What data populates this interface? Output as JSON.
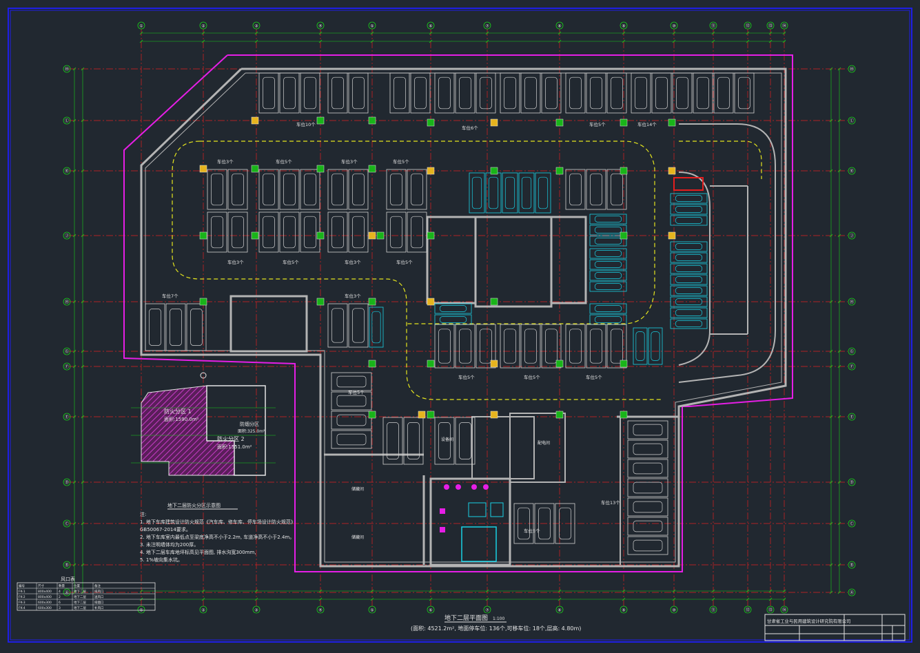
{
  "colors": {
    "background": "#212830",
    "frame": "#1e1ee6",
    "axis": "#e02020",
    "dimension": "#19d219",
    "wall": "#b4b4b4",
    "fire_boundary": "#e61ee6",
    "drive_lane": "#e6e61e",
    "parking": "#d2d2d2",
    "small_car": "#19d2e6",
    "column": "#19b419",
    "column_accent": "#e6b41e",
    "equipment": "#e61ee6",
    "text": "#e6e6e6"
  },
  "grid": {
    "columns": [
      "①",
      "②",
      "③",
      "④",
      "⑤",
      "⑥",
      "⑦",
      "⑧",
      "⑨",
      "⑩",
      "⑪",
      "⑫",
      "⑬",
      "⑭"
    ],
    "rows": [
      "Ⓜ",
      "Ⓛ",
      "Ⓚ",
      "Ⓙ",
      "Ⓗ",
      "Ⓖ",
      "Ⓕ",
      "Ⓔ",
      "Ⓓ",
      "Ⓒ",
      "Ⓑ",
      "Ⓐ"
    ]
  },
  "parking_labels": [
    "车位10个",
    "车位6个",
    "车位5个",
    "车位14个",
    "车位3个",
    "车位5个",
    "车位3个",
    "车位5个",
    "车位3个",
    "车位5个",
    "车位3个",
    "车位5个",
    "车位7个",
    "车位3个",
    "车位5个",
    "车位5个",
    "车位5个",
    "车位5个",
    "车位5个",
    "车位13个"
  ],
  "rooms": [
    "储藏间",
    "储藏间",
    "设备间",
    "配电间"
  ],
  "inset": {
    "title": "地下二层防火分区示意图",
    "zone1_name": "防火分区 1",
    "zone1_area": "面积:1590.0m²",
    "zone2_name": "防火分区 2",
    "zone2_area": "面积:1551.0m²",
    "smoke_name": "防烟分区",
    "smoke_area": "面积:325.0m²"
  },
  "notes": [
    "注:",
    "1. 地下车库建筑设计防火规范《汽车库、修车库、停车场设计防火规范》",
    "GB50067-2014要求。",
    "2. 地下车库室内最低点至梁底净高不小于2.2m, 车道净高不小于2.4m。",
    "3. 未注明墙体均为200厚。",
    "4. 地下二层车库地坪标高见平面图, 排水沟宽300mm,",
    "5. 1%坡向集水坑。"
  ],
  "table": {
    "title": "风口表",
    "headers": [
      "编号",
      "尺寸",
      "数量",
      "位置",
      "备注"
    ],
    "rows": [
      [
        "FK-1",
        "800x400",
        "4",
        "地下二层",
        "排风口"
      ],
      [
        "FK-2",
        "800x400",
        "2",
        "地下二层",
        "送风口"
      ],
      [
        "FK-3",
        "600x300",
        "6",
        "地下二层",
        "排烟口"
      ],
      [
        "FK-4",
        "600x300",
        "3",
        "地下二层",
        "补风口"
      ]
    ]
  },
  "plan_title": "地下二层平面图",
  "plan_scale": "1:100",
  "summary": "(面积: 4521.2m², 地面停车位: 136个,可移车位: 18个,层高: 4.80m)",
  "title_block": {
    "company": "甘肃省工业与民用建筑设计研究院有限公司"
  }
}
